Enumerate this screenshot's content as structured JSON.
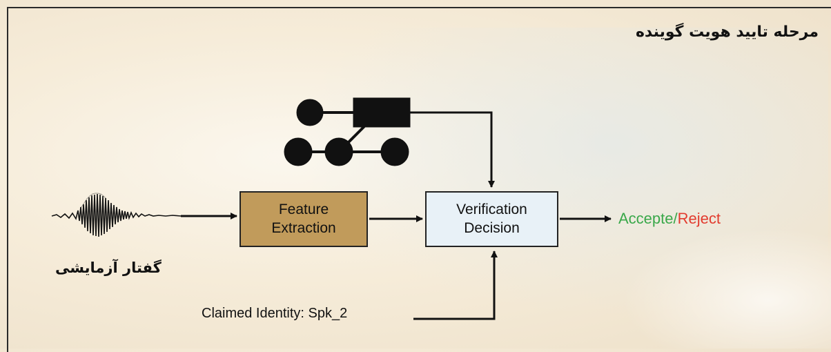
{
  "title": "مرحله تایید هویت گوینده",
  "boxes": {
    "feature": "Feature\nExtraction",
    "verify": "Verification\nDecision"
  },
  "input_label": "گفتار آزمایشی",
  "claimed_label": "Claimed Identity: Spk_2",
  "outcome": {
    "accept": "Accepte",
    "separator": "/",
    "reject": "Reject",
    "accept_color": "#3aa84a",
    "reject_color": "#e23b2e"
  },
  "icons": [
    "waveform-icon",
    "speaker-model-graph-icon"
  ]
}
